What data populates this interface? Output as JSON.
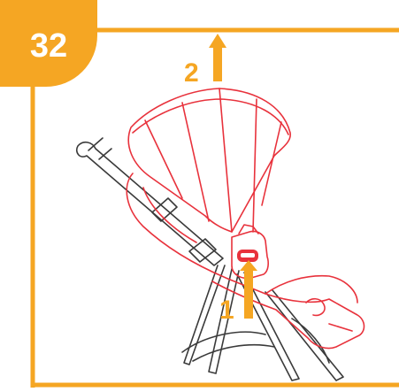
{
  "step": {
    "number": "32"
  },
  "arrows": [
    {
      "label": "1",
      "action": "press-release-button"
    },
    {
      "label": "2",
      "action": "lift-seat-up"
    }
  ],
  "colors": {
    "frame": "#f5a623",
    "badge": "#f5a623",
    "highlight": "#e8323c",
    "linework": "#3a3a3a",
    "arrow": "#f5a623"
  },
  "icons": {
    "badge": "step-number-badge",
    "arrow_1": "up-arrow-icon",
    "arrow_2": "up-arrow-icon"
  }
}
